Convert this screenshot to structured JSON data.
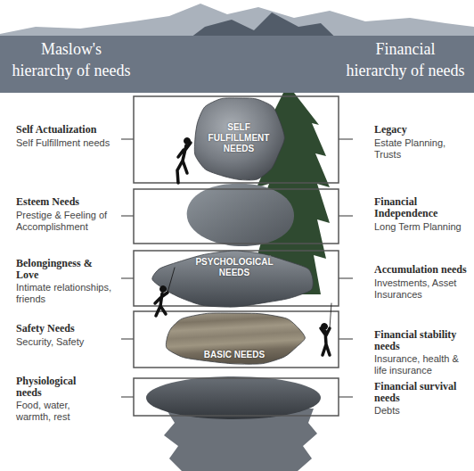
{
  "diagram": {
    "nodes": [
      {
        "text": [
          "SELF FULFILLMENT NEEDS"
        ]
      },
      {
        "text": [
          "PSYCHOLOGICAL NEEDS"
        ]
      },
      {
        "text": [
          "BASIC NEEDS"
        ]
      }
    ],
    "labels": [
      "Maslow's hierarchy of needs",
      "Financial hierarchy of needs",
      "Self Actualization",
      "Self Fulfillment needs",
      "Legacy",
      "Estate Planning, Trusts",
      "Esteem Needs",
      "Prestige & Feeling of Accomplishment",
      "Financial Independence",
      "Long Term Planning",
      "Belongingness & Love",
      "Intimate relationships, friends",
      "Accumulation needs",
      "Investments, Asset Insurances",
      "Safety Needs",
      "Security, Safety",
      "Financial stability needs",
      "Insurance, health & life insurance",
      "Physiological needs",
      "Food, water, warmth, rest",
      "Financial survival needs",
      "Debts"
    ]
  }
}
